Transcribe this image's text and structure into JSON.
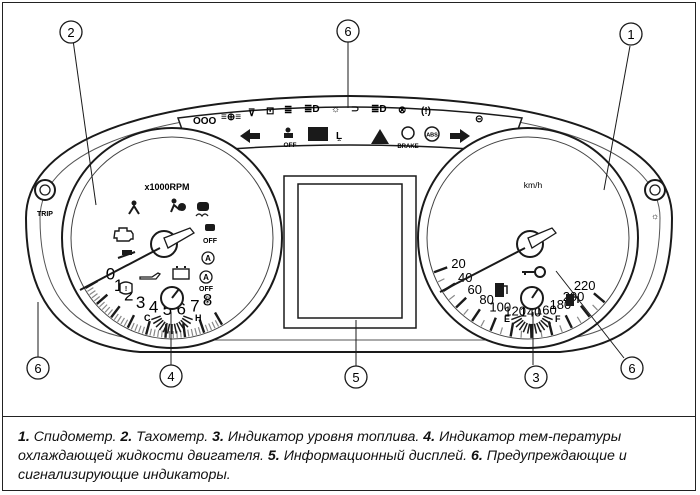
{
  "tachometer": {
    "numbers": [
      "0",
      "1",
      "2",
      "3",
      "4",
      "5",
      "6",
      "7",
      "8"
    ],
    "unit": "x1000RPM",
    "gauge_c": "C",
    "gauge_h": "H"
  },
  "speedometer": {
    "numbers": [
      "20",
      "40",
      "60",
      "80",
      "100",
      "120",
      "140",
      "160",
      "180",
      "200",
      "220"
    ],
    "unit": "km/h",
    "gauge_e": "E",
    "gauge_f": "F"
  },
  "trip_label": "TRIP",
  "lamp_texts": {
    "off1": "OFF",
    "off2": "OFF",
    "brake": "BRAKE",
    "abs": "ABS"
  },
  "callouts": [
    "1",
    "2",
    "3",
    "4",
    "5",
    "6",
    "6",
    "6"
  ],
  "caption": [
    {
      "num": "1.",
      "text": " Спидометр. "
    },
    {
      "num": "2.",
      "text": " Тахометр. "
    },
    {
      "num": "3.",
      "text": " Индикатор уровня топлива. "
    },
    {
      "num": "4.",
      "text": " Индикатор тем-пературы охлаждающей жидкости двигателя. "
    },
    {
      "num": "5.",
      "text": " Информационный дисплей. "
    },
    {
      "num": "6.",
      "text": " Предупреждающие и сигнализирующие индикаторы."
    }
  ],
  "colors": {
    "ink": "#1a1a1a",
    "paper": "#ffffff",
    "scale_gray": "#9a9a9a"
  }
}
